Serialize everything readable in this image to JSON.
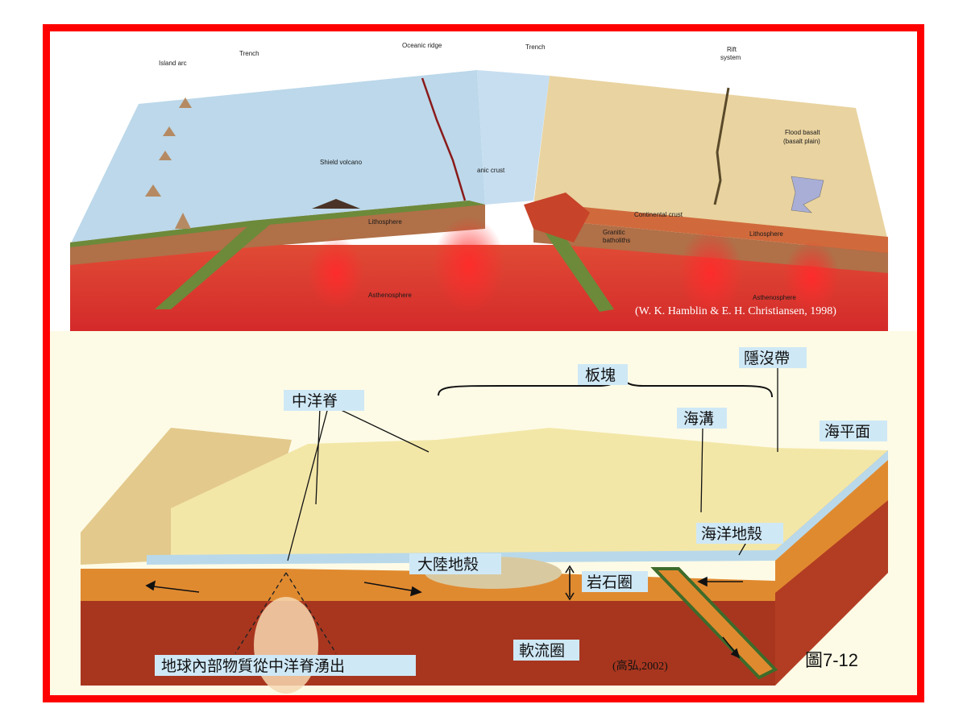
{
  "top_figure": {
    "labels": {
      "island_arc": "Island arc",
      "trench_left": "Trench",
      "oceanic_ridge": "Oceanic ridge",
      "trench_right": "Trench",
      "rift_system_1": "Rift",
      "rift_system_2": "system",
      "flood_basalt_1": "Flood basalt",
      "flood_basalt_2": "(basalt plain)",
      "shield_volcano": "Shield volcano",
      "oceanic_crust": "anic crust",
      "lithosphere_left": "Lithosphere",
      "continental_crust": "Continental crust",
      "granitic_1": "Granitic",
      "granitic_2": "batholiths",
      "lithosphere_right": "Lithosphere",
      "asthenosphere_left": "Asthenosphere",
      "asthenosphere_right": "Asthenosphere"
    },
    "credit": "(W. K. Hamblin & E. H. Christiansen, 1998)"
  },
  "bottom_figure": {
    "labels": {
      "plate": "板塊",
      "subduction_zone": "隱沒帶",
      "mid_ocean_ridge": "中洋脊",
      "trench": "海溝",
      "sea_level": "海平面",
      "oceanic_crust": "海洋地殼",
      "continental_crust": "大陸地殼",
      "lithosphere": "岩石圈",
      "asthenosphere": "軟流圈",
      "upwelling": "地球內部物質從中洋脊湧出"
    },
    "credit": "(高弘,2002)",
    "figure_number": "圖7-12"
  },
  "colors": {
    "frame": "#ff0000",
    "ocean": "#b9d6e8",
    "continent": "#e6cf9a",
    "mantle": "#d93a2a",
    "lithosphere": "#b8754a",
    "plate_surface": "#f2e6a8",
    "label_box": "#cfe8f6"
  }
}
